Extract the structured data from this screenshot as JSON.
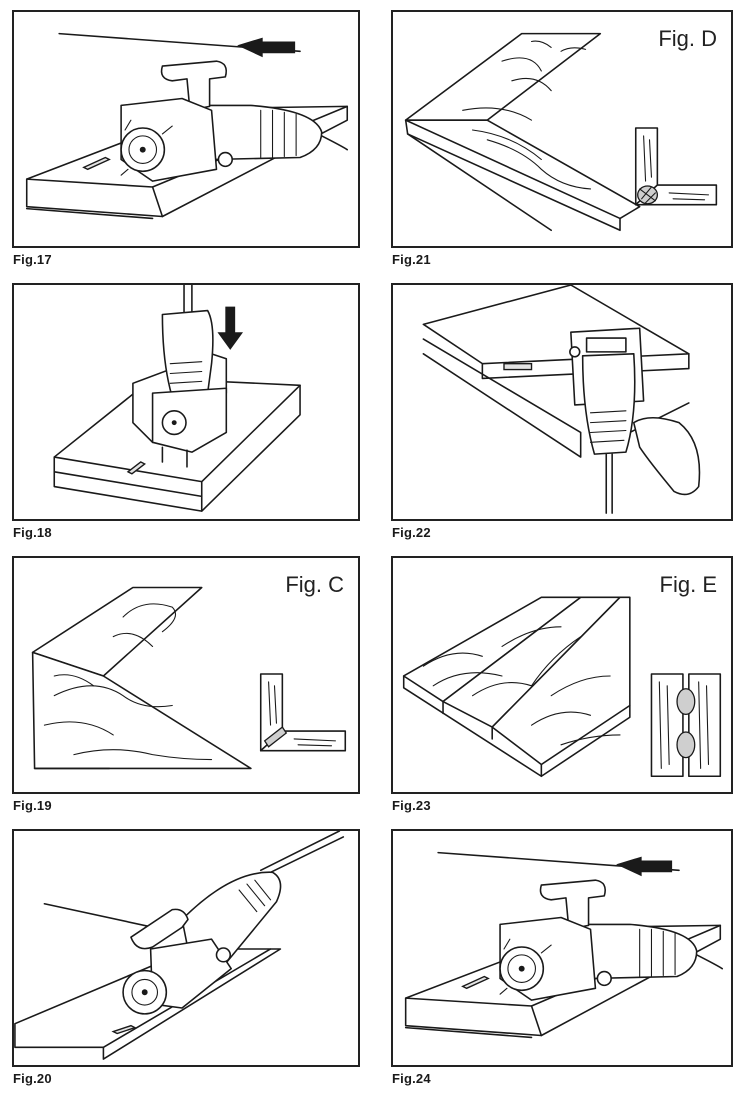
{
  "figures": [
    {
      "caption": "Fig.17",
      "label": ""
    },
    {
      "caption": "Fig.21",
      "label": "Fig. D"
    },
    {
      "caption": "Fig.18",
      "label": ""
    },
    {
      "caption": "Fig.22",
      "label": ""
    },
    {
      "caption": "Fig.19",
      "label": "Fig. C"
    },
    {
      "caption": "Fig.23",
      "label": "Fig. E"
    },
    {
      "caption": "Fig.20",
      "label": ""
    },
    {
      "caption": "Fig.24",
      "label": ""
    }
  ]
}
